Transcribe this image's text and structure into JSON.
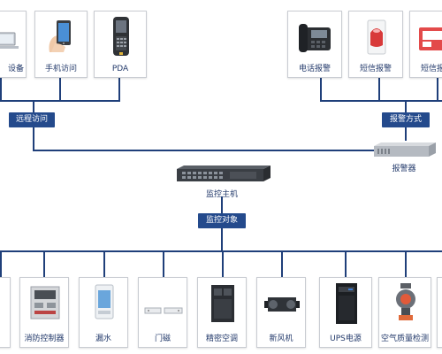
{
  "top_left_devices": [
    {
      "label": "设备"
    },
    {
      "label": "手机访问"
    },
    {
      "label": "PDA"
    }
  ],
  "top_right_devices": [
    {
      "label": "电话报警"
    },
    {
      "label": "短信报警"
    },
    {
      "label": "短信报"
    }
  ],
  "tags": {
    "remote_access": "远程访问",
    "alarm_method": "报警方式",
    "monitor_objects": "监控对象"
  },
  "center": {
    "host_label": "监控主机",
    "alarm_device_label": "报警器"
  },
  "bottom_devices": [
    {
      "label": ""
    },
    {
      "label": "消防控制器"
    },
    {
      "label": "漏水"
    },
    {
      "label": "门磁"
    },
    {
      "label": "精密空调"
    },
    {
      "label": "新风机"
    },
    {
      "label": "UPS电源"
    },
    {
      "label": "空气质量检测"
    },
    {
      "label": ""
    }
  ],
  "colors": {
    "line": "#1f3f7a",
    "tag": "#244a8c",
    "text": "#233a6b"
  }
}
